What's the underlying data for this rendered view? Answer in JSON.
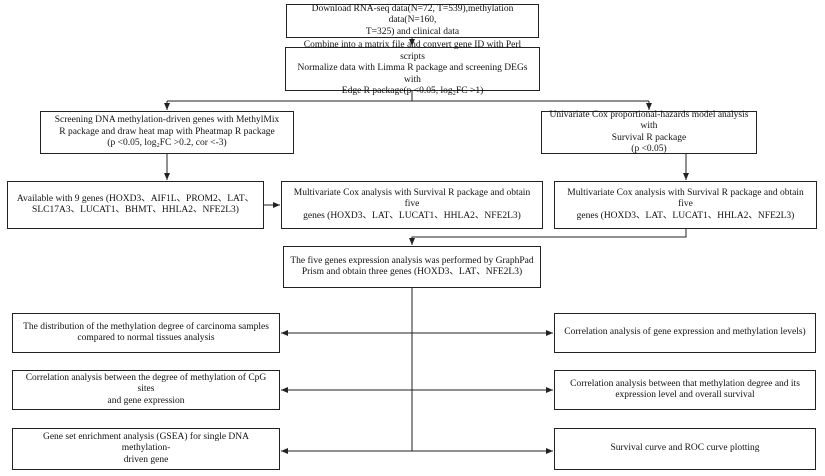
{
  "boxes": {
    "b1": {
      "lines": [
        "Download RNA-seq data(N=72, T=539),methylation data(N=160,",
        "T=325) and clinical data"
      ]
    },
    "b2": {
      "lines": [
        "Combine into a matrix file and convert gene ID with Perl scripts",
        "Normalize data with Limma R package and screening DEGs with",
        "Edge R package(p <0.05,   log₂FC >1)"
      ]
    },
    "b3": {
      "lines": [
        "Screening DNA methylation-driven genes with MethylMix",
        "R package and draw heat map with Pheatmap R package",
        "(p <0.05,   log₂FC >0.2,   cor <-3)"
      ]
    },
    "b4": {
      "lines": [
        "Univariate Cox proportional-hazards model analysis with",
        "Survival R package",
        "(p <0.05)"
      ]
    },
    "b5": {
      "lines": [
        "Available with 9 genes (HOXD3、AIF1L、PROM2、LAT、",
        "SLC17A3、LUCAT1、BHMT、HHLA2、NFE2L3)"
      ]
    },
    "b6": {
      "lines": [
        "Multivariate Cox analysis with Survival R package and obtain five",
        "genes (HOXD3、LAT、LUCAT1、HHLA2、NFE2L3)"
      ]
    },
    "b7": {
      "lines": [
        "Multivariate Cox analysis with Survival R package and obtain five",
        "genes (HOXD3、LAT、LUCAT1、HHLA2、NFE2L3)"
      ]
    },
    "b8": {
      "lines": [
        "The five genes expression analysis was performed by GraphPad",
        "Prism and obtain three genes (HOXD3、LAT、NFE2L3)"
      ]
    },
    "l1": {
      "lines": [
        "The distribution of the methylation degree of carcinoma samples",
        "compared to normal tissues analysis"
      ]
    },
    "l2": {
      "lines": [
        "Correlation analysis between the degree of methylation of CpG sites",
        "and gene expression"
      ]
    },
    "l3": {
      "lines": [
        "Gene set enrichment analysis (GSEA) for single DNA methylation-",
        "driven gene"
      ]
    },
    "r1": {
      "lines": [
        "Correlation analysis of gene expression and methylation levels)"
      ]
    },
    "r2": {
      "lines": [
        "Correlation analysis between that methylation degree and its",
        "expression level and overall survival"
      ]
    },
    "r3": {
      "lines": [
        "Survival curve and ROC curve plotting"
      ]
    }
  }
}
